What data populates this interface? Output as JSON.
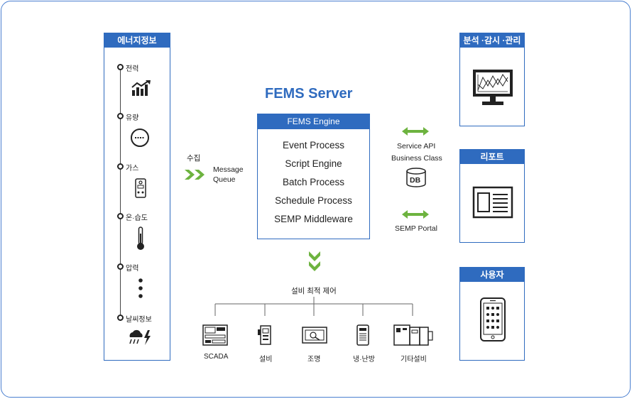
{
  "left_panel": {
    "header": "에너지정보",
    "items": [
      {
        "label": "전력",
        "icon": "rising-bar-chart-icon"
      },
      {
        "label": "유량",
        "icon": "flow-meter-icon"
      },
      {
        "label": "가스",
        "icon": "gas-sensor-icon"
      },
      {
        "label": "온·습도",
        "icon": "thermometer-icon"
      },
      {
        "label": "압력",
        "icon": "vertical-ellipsis-icon"
      },
      {
        "label": "날씨정보",
        "icon": "storm-weather-icon"
      }
    ]
  },
  "collect": {
    "label": "수집",
    "queue_line1": "Message",
    "queue_line2": "Queue"
  },
  "server": {
    "title": "FEMS Server",
    "engine_header": "FEMS Engine",
    "processes": [
      "Event Process",
      "Script Engine",
      "Batch Process",
      "Schedule Process",
      "SEMP Middleware"
    ]
  },
  "service": {
    "line1": "Service API",
    "line2": "Business Class",
    "db_label": "DB",
    "portal_label": "SEMP Portal"
  },
  "control": {
    "label": "설비 최적 제어",
    "items": [
      {
        "label": "SCADA",
        "icon": "scada-panel-icon"
      },
      {
        "label": "설비",
        "icon": "equipment-icon"
      },
      {
        "label": "조명",
        "icon": "lighting-icon"
      },
      {
        "label": "냉·난방",
        "icon": "hvac-unit-icon"
      },
      {
        "label": "기타설비",
        "icon": "machinery-icon"
      }
    ]
  },
  "right_panels": [
    {
      "header": "분석 ·감시 ·관리",
      "icon": "monitor-chart-icon"
    },
    {
      "header": "리포트",
      "icon": "report-document-icon"
    },
    {
      "header": "사용자",
      "icon": "smartphone-icon"
    }
  ],
  "colors": {
    "primary": "#2f6bbf",
    "accent_green": "#6db33f",
    "text": "#222222"
  }
}
